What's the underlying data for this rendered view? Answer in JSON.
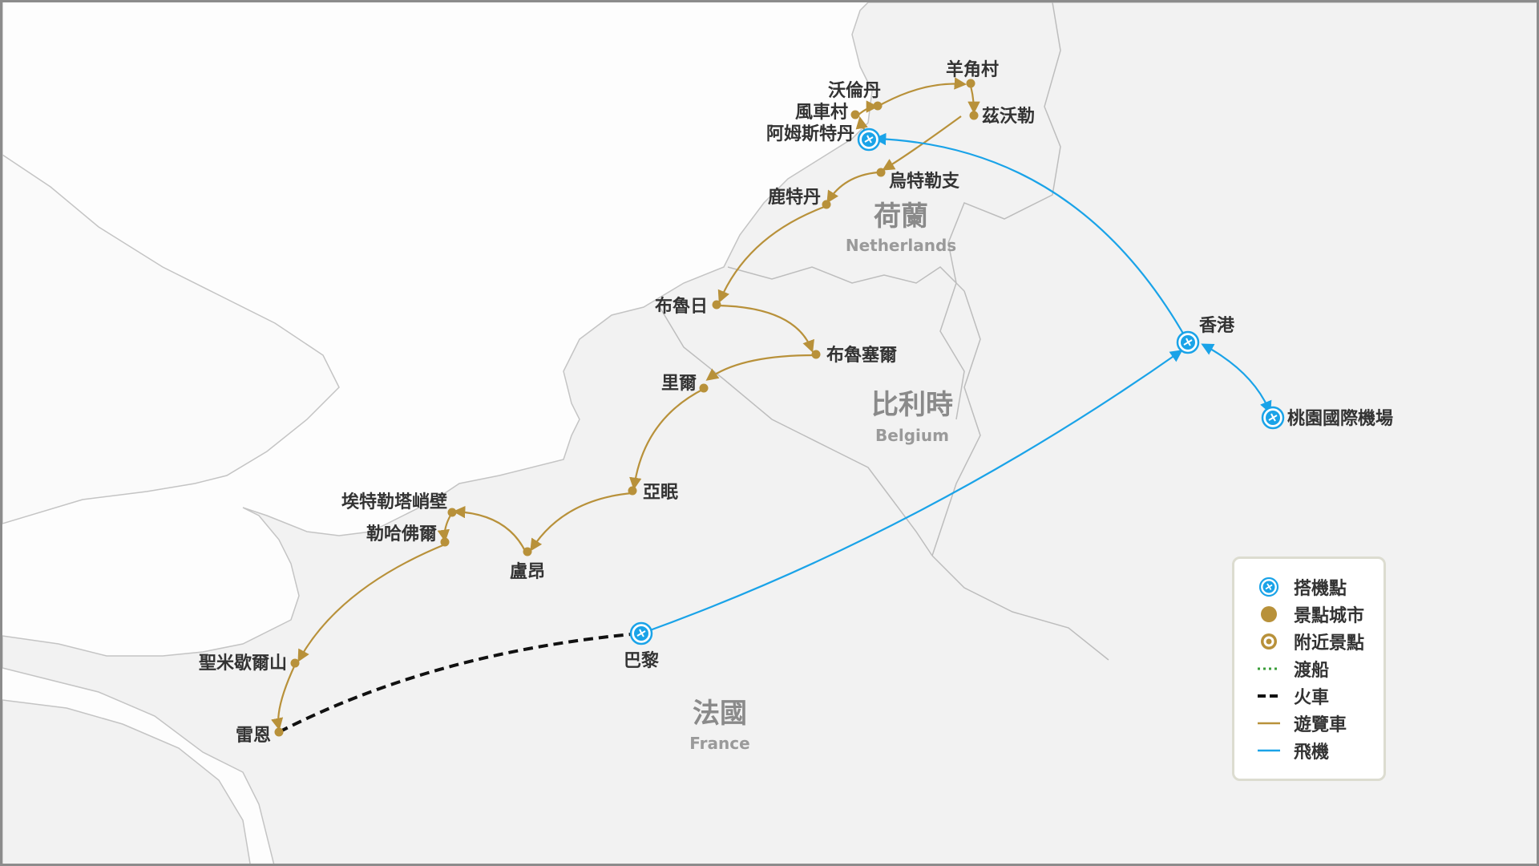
{
  "colors": {
    "coach": "#b8913a",
    "flight": "#1aa3e8",
    "train": "#111111",
    "ferry": "#3a9d3a",
    "land": "#f3f3f3",
    "border": "#bfbfbf"
  },
  "countries": [
    {
      "id": "nl",
      "cn": "荷蘭",
      "en": "Netherlands"
    },
    {
      "id": "be",
      "cn": "比利時",
      "en": "Belgium"
    },
    {
      "id": "fr",
      "cn": "法國",
      "en": "France"
    }
  ],
  "airports": [
    {
      "id": "amsterdam",
      "label": "阿姆斯特丹"
    },
    {
      "id": "hongkong",
      "label": "香港"
    },
    {
      "id": "taoyuan",
      "label": "桃園國際機場"
    },
    {
      "id": "paris",
      "label": "巴黎"
    }
  ],
  "cities": [
    {
      "id": "zaanse",
      "label": "風車村"
    },
    {
      "id": "volendam",
      "label": "沃倫丹"
    },
    {
      "id": "giethoorn",
      "label": "羊角村"
    },
    {
      "id": "zwolle",
      "label": "茲沃勒"
    },
    {
      "id": "utrecht",
      "label": "烏特勒支"
    },
    {
      "id": "delft",
      "label": "鹿特丹"
    },
    {
      "id": "bruges",
      "label": "布魯日"
    },
    {
      "id": "brussels",
      "label": "布魯塞爾"
    },
    {
      "id": "lille",
      "label": "里爾"
    },
    {
      "id": "amiens",
      "label": "亞眠"
    },
    {
      "id": "rouen",
      "label": "盧昂"
    },
    {
      "id": "etretat",
      "label": "埃特勒塔峭壁"
    },
    {
      "id": "lehavre",
      "label": "勒哈佛爾"
    },
    {
      "id": "montstmichel",
      "label": "聖米歇爾山"
    },
    {
      "id": "rennes",
      "label": "雷恩"
    }
  ],
  "legend": {
    "items": [
      {
        "id": "airport",
        "label": "搭機點"
      },
      {
        "id": "city",
        "label": "景點城市"
      },
      {
        "id": "nearby",
        "label": "附近景點"
      },
      {
        "id": "ferry",
        "label": "渡船"
      },
      {
        "id": "train",
        "label": "火車"
      },
      {
        "id": "coach",
        "label": "遊覽車"
      },
      {
        "id": "flight",
        "label": "飛機"
      }
    ]
  }
}
